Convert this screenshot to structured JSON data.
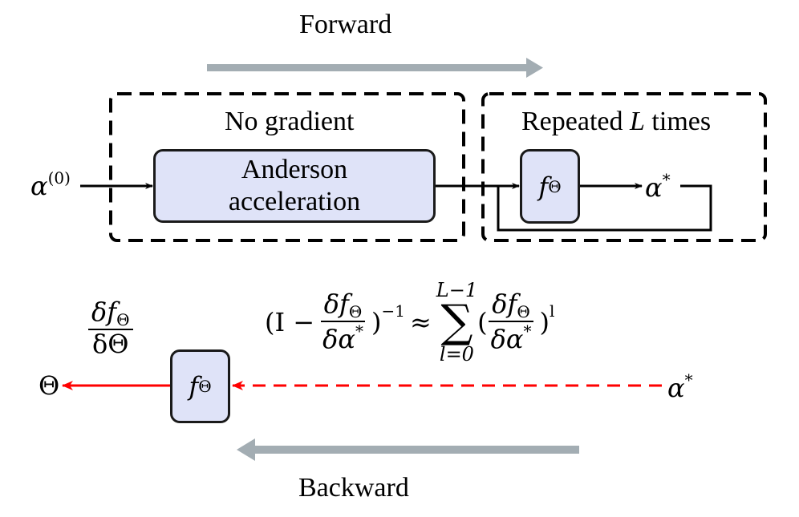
{
  "forward": {
    "label": "Forward"
  },
  "backward": {
    "label": "Backward"
  },
  "no_gradient": {
    "title": "No gradient",
    "block_line1": "Anderson",
    "block_line2": "acceleration"
  },
  "repeated": {
    "title_prefix": "Repeated ",
    "title_var": "L",
    "title_suffix": " times"
  },
  "input": {
    "symbol": "α",
    "superscript": "(0)"
  },
  "f_block": {
    "symbol": "f",
    "subscript": "Θ"
  },
  "fixed_point": {
    "symbol": "α",
    "superscript": "*"
  },
  "backward_path": {
    "theta": "Θ",
    "grad_num_f": "δf",
    "grad_num_sub": "Θ",
    "grad_den": "δΘ",
    "formula": {
      "open": "(I −",
      "num": "δf",
      "num_sub": "Θ",
      "den": "δα",
      "den_sup": "*",
      "close": ")",
      "inv_exp": "−1",
      "approx": "≈",
      "sum_symbol": "∑",
      "sum_upper": "L−1",
      "sum_lower": "l=0",
      "open2": "(",
      "close2": ")",
      "power": "l"
    }
  },
  "colors": {
    "block_fill": "#dfe3f8",
    "arrow_gray": "#a3adb3",
    "backward_red": "#ff0000"
  }
}
